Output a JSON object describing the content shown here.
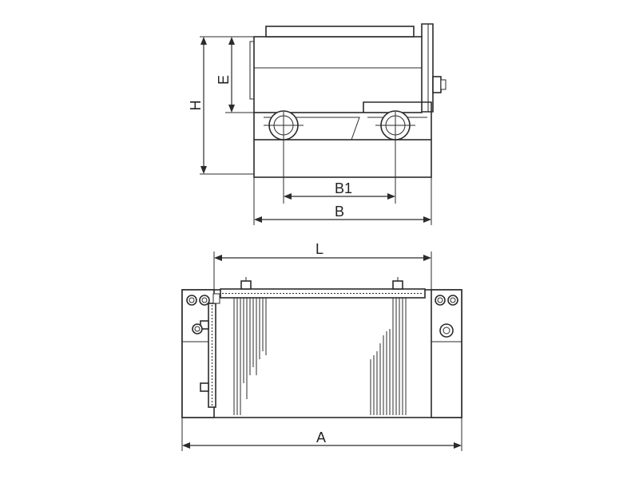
{
  "side_view": {
    "labels": {
      "H": "H",
      "E": "E",
      "B1": "B1",
      "B": "B"
    }
  },
  "front_view": {
    "labels": {
      "L": "L",
      "A": "A"
    }
  },
  "colors": {
    "line": "#2b2b2b",
    "background": "#ffffff"
  }
}
